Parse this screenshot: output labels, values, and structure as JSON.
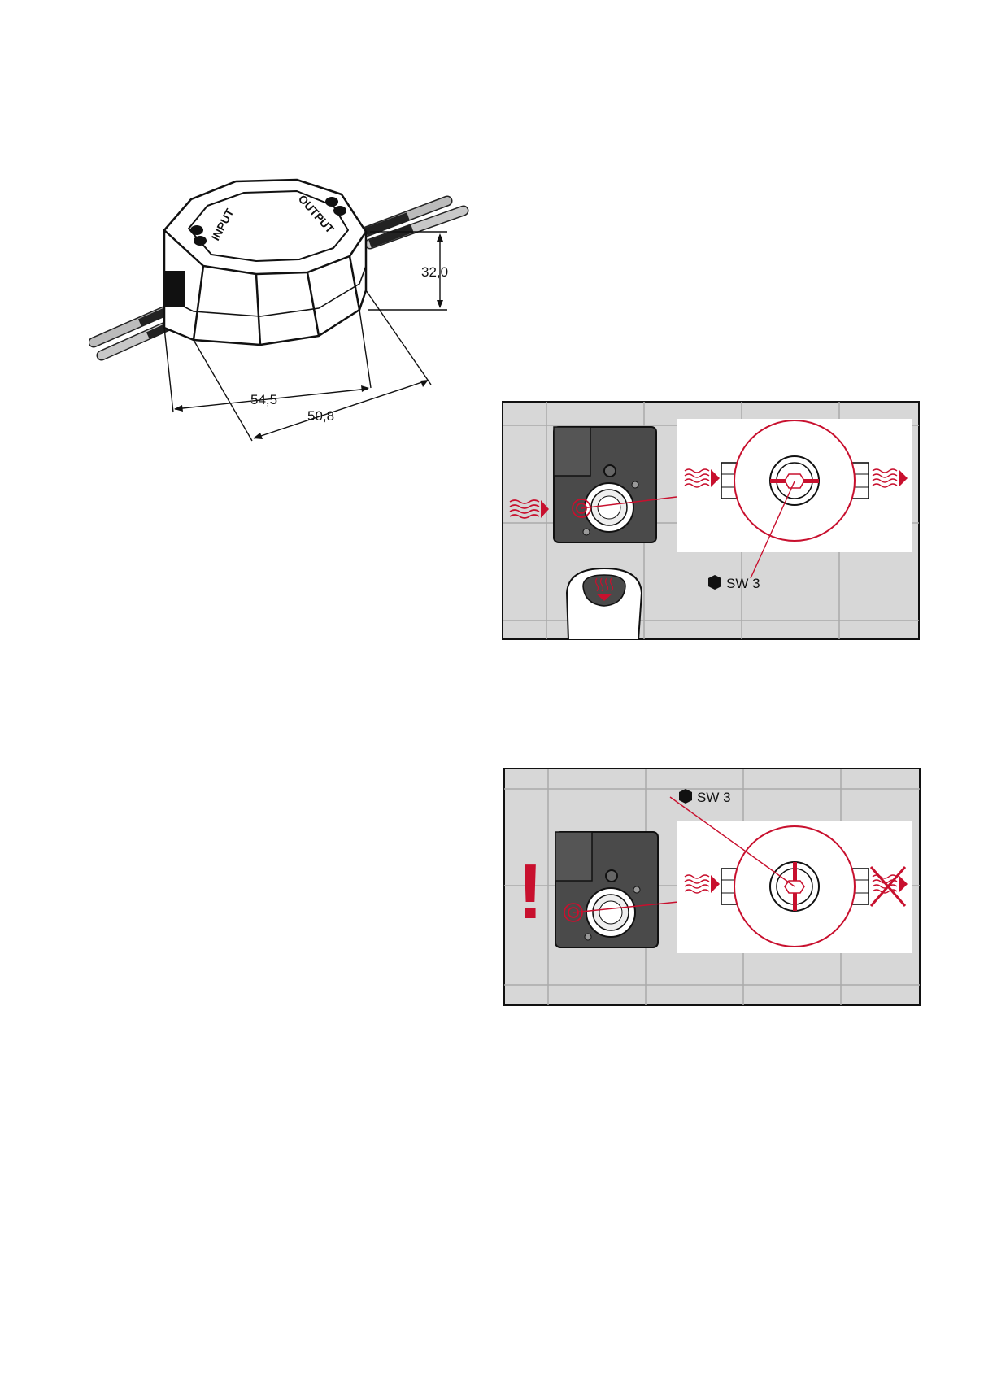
{
  "housing_figure": {
    "label_input": "INPUT",
    "label_output": "OUTPUT",
    "dim_height": "32,0",
    "dim_width_front": "54,5",
    "dim_width_side": "50,8"
  },
  "valve_open_figure": {
    "tool_label": "SW 3"
  },
  "valve_closed_figure": {
    "tool_label": "SW 3",
    "warning_mark": "!"
  },
  "colors": {
    "accent_red": "#c8102e",
    "tile_grey": "#d7d7d7",
    "unit_dark": "#4a4a4a"
  }
}
